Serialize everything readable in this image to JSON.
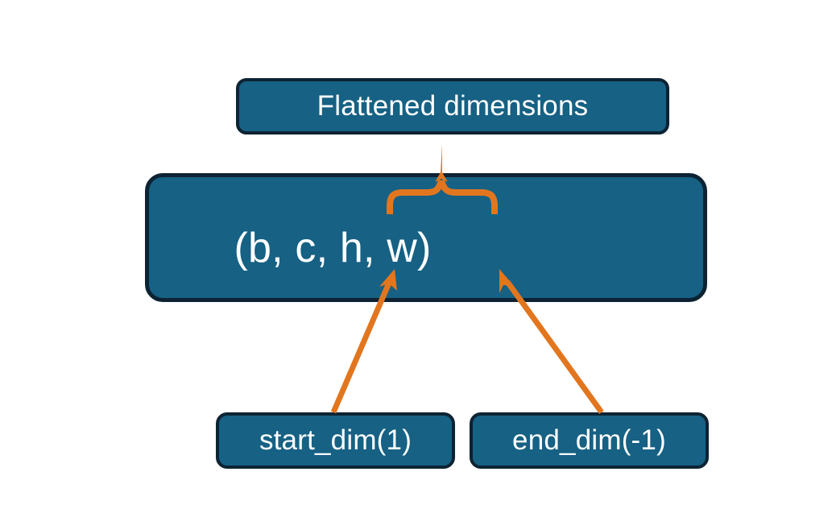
{
  "diagram": {
    "title_node": {
      "label": "Flattened dimensions",
      "name": "flattened-dimensions-box"
    },
    "shape_node": {
      "label": "(b, c, h, w)",
      "name": "tensor-shape-box",
      "dims": [
        "b",
        "c",
        "h",
        "w"
      ]
    },
    "start_node": {
      "label": "start_dim(1)",
      "name": "start-dim-box",
      "value": 1
    },
    "end_node": {
      "label": "end_dim(-1)",
      "name": "end-dim-box",
      "value": -1
    },
    "connectors": [
      {
        "name": "brace-connector",
        "from": "tensor-shape-box",
        "to": "flattened-dimensions-box",
        "kind": "curly-brace",
        "spans_dims": [
          "c",
          "h",
          "w"
        ]
      },
      {
        "name": "start-dim-arrow",
        "from": "start-dim-box",
        "to": "tensor-shape-box",
        "kind": "arrow",
        "points_at_dim": "c"
      },
      {
        "name": "end-dim-arrow",
        "from": "end-dim-box",
        "to": "tensor-shape-box",
        "kind": "arrow",
        "points_at_dim": "w"
      }
    ],
    "colors": {
      "node_fill": "#166184",
      "node_border": "#0d2333",
      "node_text": "#ffffff",
      "accent": "#e2761f",
      "background": "#ffffff"
    }
  }
}
